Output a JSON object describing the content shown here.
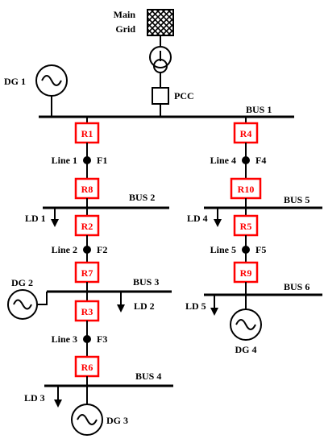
{
  "grid": {
    "label_line1": "Main",
    "label_line2": "Grid"
  },
  "pcc": {
    "label": "PCC"
  },
  "buses": {
    "bus1": "BUS 1",
    "bus2": "BUS 2",
    "bus3": "BUS 3",
    "bus4": "BUS 4",
    "bus5": "BUS 5",
    "bus6": "BUS 6"
  },
  "relays": {
    "r1": "R1",
    "r2": "R2",
    "r3": "R3",
    "r4": "R4",
    "r5": "R5",
    "r6": "R6",
    "r7": "R7",
    "r8": "R8",
    "r9": "R9",
    "r10": "R10"
  },
  "lines": {
    "line1": "Line 1",
    "line2": "Line 2",
    "line3": "Line 3",
    "line4": "Line 4",
    "line5": "Line 5"
  },
  "faults": {
    "f1": "F1",
    "f2": "F2",
    "f3": "F3",
    "f4": "F4",
    "f5": "F5"
  },
  "loads": {
    "ld1": "LD 1",
    "ld2": "LD 2",
    "ld3": "LD 3",
    "ld4": "LD 4",
    "ld5": "LD 5"
  },
  "generators": {
    "dg1": "DG 1",
    "dg2": "DG 2",
    "dg3": "DG 3",
    "dg4": "DG 4"
  },
  "icons": {
    "grid": "main-grid-icon",
    "transformer": "transformer-icon",
    "pcc_breaker": "pcc-breaker-icon",
    "generator": "generator-icon",
    "load": "load-arrow-icon",
    "fault": "fault-point-icon"
  },
  "colors": {
    "relay": "#ff0000",
    "line": "#000000"
  }
}
